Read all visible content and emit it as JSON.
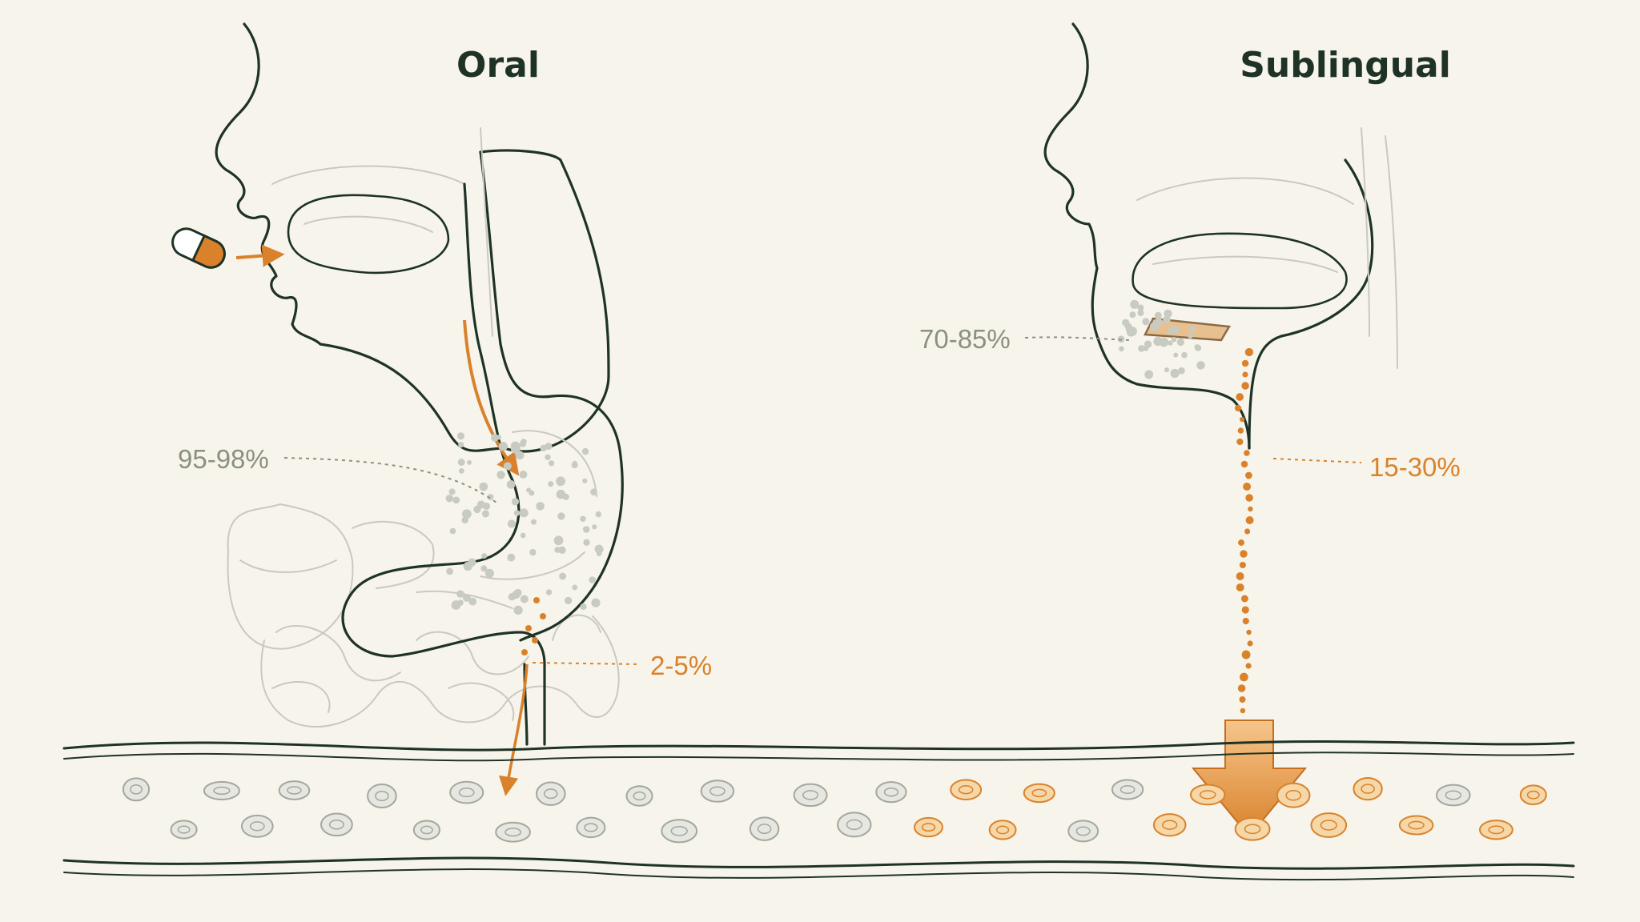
{
  "panels": {
    "oral": {
      "title": "Oral",
      "metabolized_label": "95-98%",
      "absorbed_label": "2-5%",
      "metabolized_fraction": 0.965,
      "absorbed_fraction": 0.035
    },
    "sublingual": {
      "title": "Sublingual",
      "metabolized_label": "70-85%",
      "absorbed_label": "15-30%",
      "metabolized_fraction": 0.775,
      "absorbed_fraction": 0.225
    }
  },
  "colors": {
    "background": "#f7f4ec",
    "outline": "#1e3326",
    "accent_orange": "#d9822b",
    "muted_grey": "#8a9180",
    "cell_grey": "#c8cbc2",
    "cell_orange": "#f0b25e"
  }
}
